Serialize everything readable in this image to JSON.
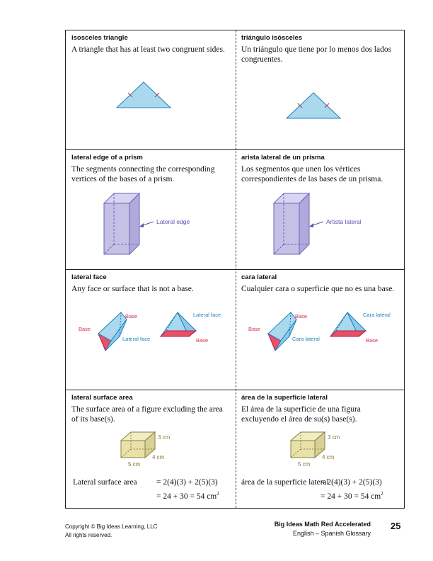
{
  "rows": [
    {
      "en": {
        "term": "isosceles triangle",
        "def": "A triangle that has at least two congruent sides."
      },
      "es": {
        "term": "triángulo isósceles",
        "def": "Un triángulo que tiene por lo menos dos lados congruentes."
      }
    },
    {
      "en": {
        "term": "lateral edge of a prism",
        "def": "The segments connecting the corresponding vertices of the bases of a prism.",
        "label": "Lateral edge"
      },
      "es": {
        "term": "arista lateral de un prisma",
        "def": "Los segmentos que unen los vértices correspondientes de las bases de un prisma.",
        "label": "Artista lateral"
      }
    },
    {
      "en": {
        "term": "lateral face",
        "def": "Any face or surface that is not a base.",
        "base": "Base",
        "lateral": "Lateral face"
      },
      "es": {
        "term": "cara lateral",
        "def": "Cualquier cara o superficie que no es una base.",
        "base": "Base",
        "lateral": "Cara lateral"
      }
    },
    {
      "en": {
        "term": "lateral surface area",
        "def": "The surface area of a figure excluding the area of its base(s).",
        "eq_lhs": "Lateral surface area",
        "eq1": "= 2(4)(3) + 2(5)(3)",
        "eq2": "= 24 + 30 = 54 cm",
        "sup": "2"
      },
      "es": {
        "term": "área de la superficie lateral",
        "def": "El área de la superficie de una figura excluyendo el área de su(s) base(s).",
        "eq_lhs": "área de la superficie lateral",
        "eq1": "= 2(4)(3) + 2(5)(3)",
        "eq2": "= 24 + 30 = 54 cm",
        "sup": "2"
      }
    }
  ],
  "dims": {
    "h": "3 cm",
    "d": "4 cm",
    "w": "5 cm"
  },
  "colors": {
    "fill_blue": "#a9d8ef",
    "stroke_blue": "#1f7fb8",
    "tick_red": "#d8304a",
    "prism_fill": "#c4c0e6",
    "prism_stroke": "#6a64b8",
    "base_red": "#e8506a",
    "label_blue": "#1f7fb8",
    "box_fill": "#e8e2a8",
    "box_stroke": "#8a8040",
    "dim_text": "#8a7a30"
  },
  "footer": {
    "copyright": "Copyright © Big Ideas Learning, LLC",
    "rights": "All rights reserved.",
    "book": "Big Ideas Math Red Accelerated",
    "glossary": "English – Spanish Glossary",
    "page": "25"
  }
}
